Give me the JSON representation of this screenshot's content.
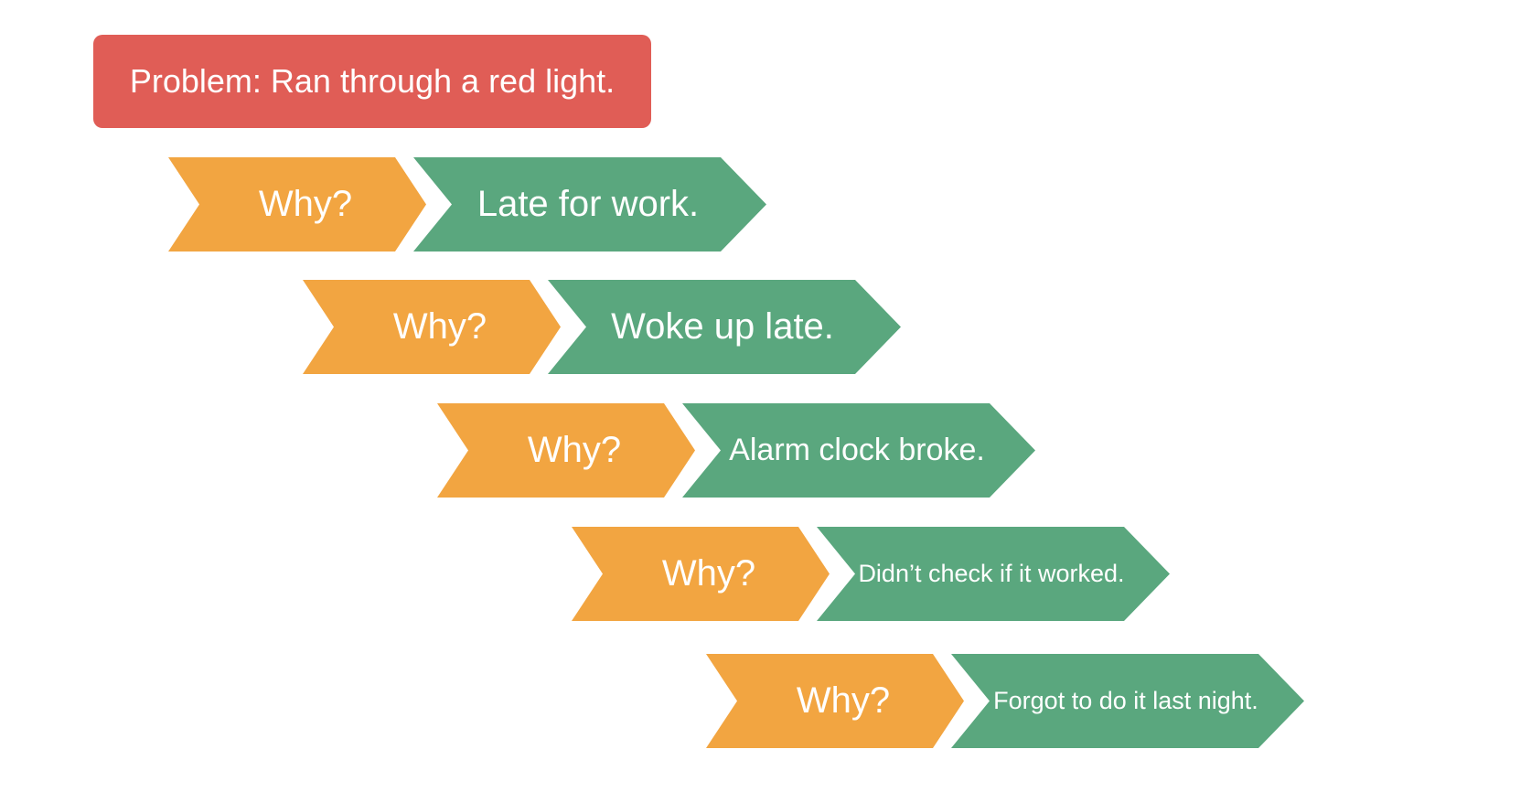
{
  "colors": {
    "problem": "#e05d56",
    "why": "#f2a541",
    "answer": "#5aa77e",
    "text": "#ffffff"
  },
  "problem": {
    "text": "Problem: Ran through a red light."
  },
  "steps": [
    {
      "why": "Why?",
      "answer": "Late for work."
    },
    {
      "why": "Why?",
      "answer": "Woke up late."
    },
    {
      "why": "Why?",
      "answer": "Alarm clock broke."
    },
    {
      "why": "Why?",
      "answer": "Didn’t check if it worked."
    },
    {
      "why": "Why?",
      "answer": "Forgot to do it last night."
    }
  ]
}
